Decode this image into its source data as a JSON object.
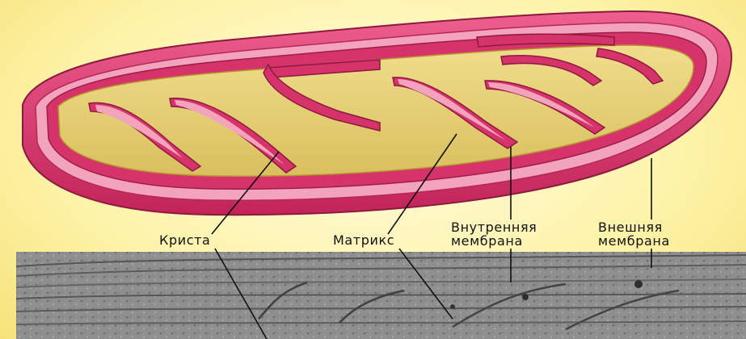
{
  "labels": {
    "crista": "Криста",
    "matrix": "Матрикс",
    "inner_membrane_1": "Внутренняя",
    "inner_membrane_2": "мембрана",
    "outer_membrane_1": "Внешняя",
    "outer_membrane_2": "мембрана"
  },
  "colors": {
    "background": "#fdf3a8",
    "outer_membrane": "#d6336b",
    "membrane_light": "#f4a3bd",
    "matrix": "#e8d27a",
    "micrograph": "#8c8c8c"
  }
}
